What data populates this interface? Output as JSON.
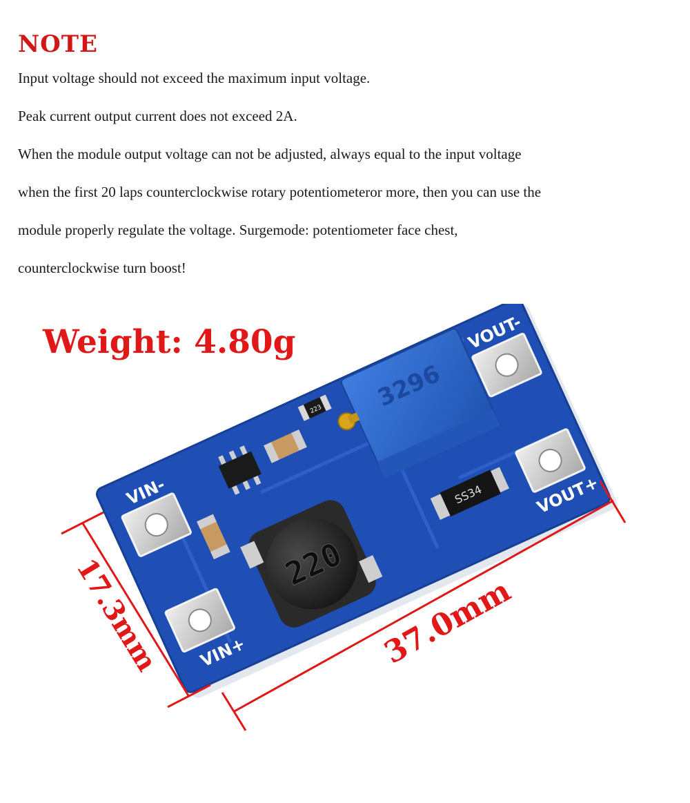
{
  "note": {
    "title": "NOTE",
    "lines": [
      "Input voltage should not exceed the maximum input voltage.",
      "Peak current output current does not exceed 2A.",
      "When the module output voltage can not be adjusted, always equal to the input voltage",
      "when the first 20 laps counterclockwise rotary potentiometeror more, then you can use the",
      "module properly regulate the voltage. Surgemode: potentiometer face chest,",
      "counterclockwise turn boost!"
    ]
  },
  "weight_label": "Weight: 4.80g",
  "dimensions": {
    "width_label": "17.3mm",
    "length_label": "37.0mm"
  },
  "board": {
    "pins": {
      "vin_minus": "VIN-",
      "vin_plus": "VIN+",
      "vout_minus": "VOUT-",
      "vout_plus": "VOUT+"
    },
    "inductor_code": "220",
    "potentiometer_code": "3296",
    "diode_code": "SS34",
    "resistor_code": "223"
  },
  "colors": {
    "note_red": "#d01818",
    "dimension_red": "#e01818",
    "pcb_blue": "#1f4fb5",
    "pot_blue": "#2f68cc"
  }
}
